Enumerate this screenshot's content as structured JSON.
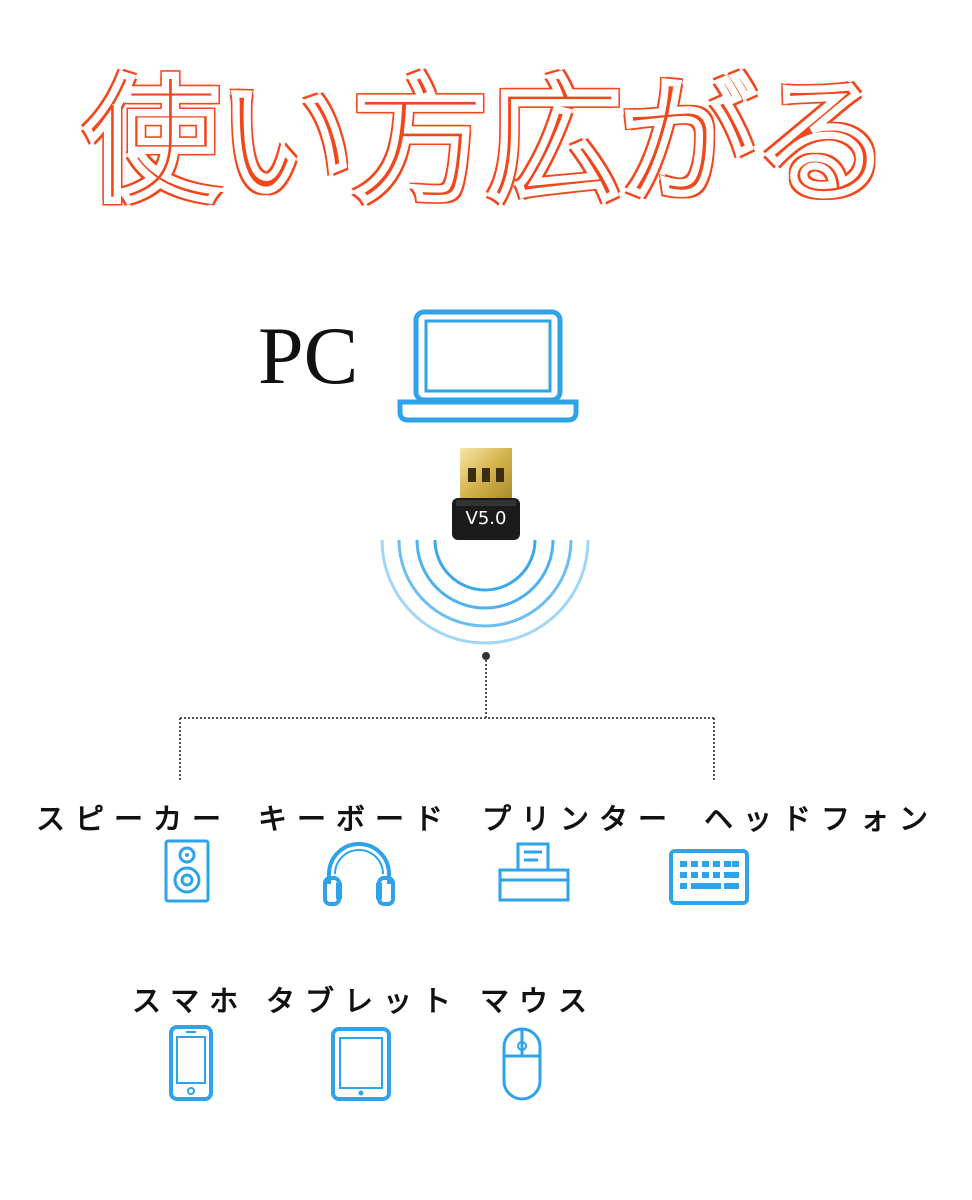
{
  "headline": "使い方広がる",
  "pc_label": "PC",
  "adapter_label": "V5.0",
  "devices_row1": [
    {
      "label": "スピーカー",
      "icon": "speaker-icon"
    },
    {
      "label": "キーボード",
      "icon": "headphones-icon"
    },
    {
      "label": "プリンター",
      "icon": "printer-icon"
    },
    {
      "label": "ヘッドフォン",
      "icon": "keyboard-icon"
    }
  ],
  "devices_row2": [
    {
      "label": "スマホ",
      "icon": "smartphone-icon"
    },
    {
      "label": "タブレット",
      "icon": "tablet-icon"
    },
    {
      "label": "マウス",
      "icon": "mouse-icon"
    }
  ],
  "colors": {
    "headline": "#f2461c",
    "icon_blue": "#2ea3ea",
    "text": "#111111"
  }
}
